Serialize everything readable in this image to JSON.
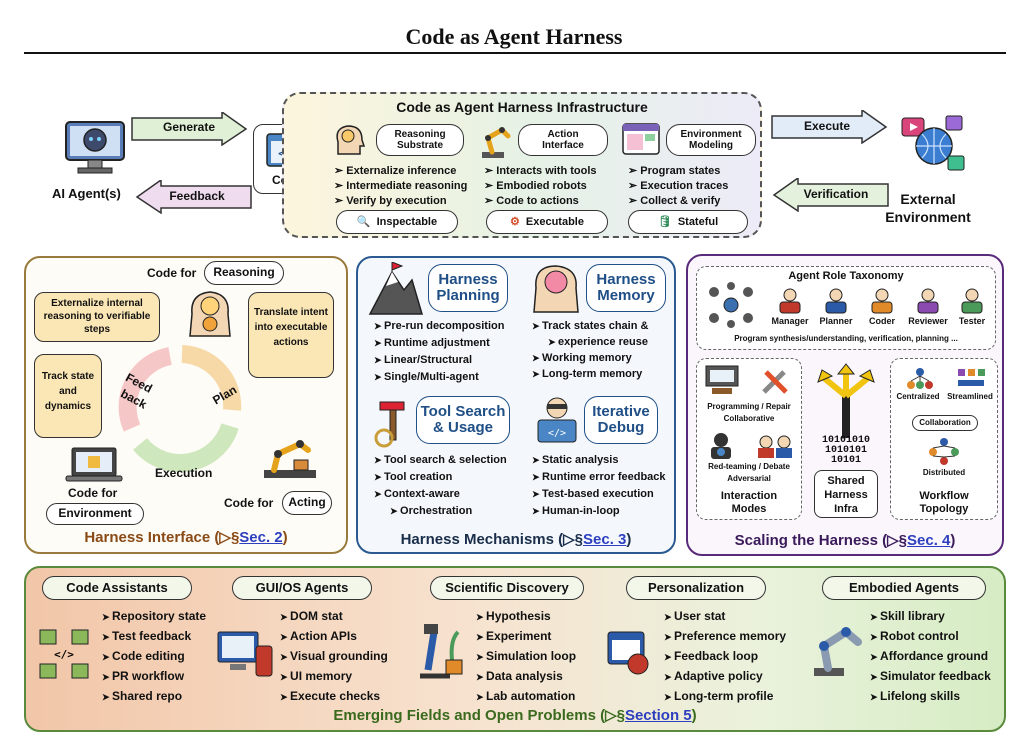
{
  "title": "Code as Agent Harness",
  "top": {
    "infra_title": "Code as Agent Harness Infrastructure",
    "agent_label": "AI Agent(s)",
    "generate": "Generate",
    "feedback": "Feedback",
    "code_label": "Code",
    "execute": "Execute",
    "verification": "Verification",
    "env_label_1": "External",
    "env_label_2": "Environment",
    "cols": [
      {
        "pill_1": "Reasoning",
        "pill_2": "Substrate",
        "items": [
          "Externalize inference",
          "Intermediate reasoning",
          "Verify by execution"
        ],
        "tag": "Inspectable"
      },
      {
        "pill_1": "Action",
        "pill_2": "Interface",
        "items": [
          "Interacts with tools",
          "Embodied robots",
          "Code to actions"
        ],
        "tag": "Executable"
      },
      {
        "pill_1": "Environment",
        "pill_2": "Modeling",
        "items": [
          "Program states",
          "Execution traces",
          "Collect & verify"
        ],
        "tag": "Stateful"
      }
    ]
  },
  "interface": {
    "code_for": "Code for",
    "reasoning": "Reasoning",
    "bubble_1": "Externalize internal reasoning to verifiable steps",
    "bubble_2": "Translate intent into executable actions",
    "bubble_3": "Track state and dynamics",
    "feed": "Feed",
    "back": "back",
    "plan": "Plan",
    "execution": "Execution",
    "code_for_env": "Code for",
    "environment": "Environment",
    "code_for_act": "Code for",
    "acting": "Acting",
    "footer_pre": "Harness Interface (▷§",
    "footer_link": "Sec. 2",
    "footer_post": ")"
  },
  "mechanisms": {
    "planning_1": "Harness",
    "planning_2": "Planning",
    "memory_1": "Harness",
    "memory_2": "Memory",
    "planning_items": [
      "Pre-run decomposition",
      "Runtime adjustment",
      "Linear/Structural",
      "Single/Multi-agent"
    ],
    "memory_items": [
      "Track states chain &",
      "experience reuse",
      "Working memory",
      "Long-term memory"
    ],
    "tool_1": "Tool Search",
    "tool_2": "& Usage",
    "debug_1": "Iterative",
    "debug_2": "Debug",
    "tool_items": [
      "Tool search & selection",
      "Tool creation",
      "Context-aware",
      "Orchestration"
    ],
    "debug_items": [
      "Static analysis",
      "Runtime error feedback",
      "Test-based execution",
      "Human-in-loop"
    ],
    "footer_pre": "Harness Mechanisms (▷§",
    "footer_link": "Sec. 3",
    "footer_post": ")"
  },
  "scaling": {
    "taxonomy_title": "Agent Role Taxonomy",
    "roles": [
      "Manager",
      "Planner",
      "Coder",
      "Reviewer",
      "Tester"
    ],
    "roles_caption": "Program synthesis/understanding, verification, planning ...",
    "prog_repair": "Programming / Repair",
    "collaborative": "Collaborative",
    "red_team": "Red-teaming / Debate",
    "adversarial": "Adversarial",
    "interaction_1": "Interaction",
    "interaction_2": "Modes",
    "binary_1": "10101010",
    "binary_2": "1010101",
    "binary_3": "10101",
    "shared_1": "Shared",
    "shared_2": "Harness",
    "shared_3": "Infra",
    "centralized": "Centralized",
    "streamlined": "Streamlined",
    "collaboration": "Collaboration",
    "distributed": "Distributed",
    "workflow_1": "Workflow",
    "workflow_2": "Topology",
    "footer_pre": "Scaling the Harness (▷§",
    "footer_link": "Sec. 4",
    "footer_post": ")"
  },
  "fields": [
    {
      "name": "Code Assistants",
      "items": [
        "Repository state",
        "Test feedback",
        "Code editing",
        "PR workflow",
        "Shared repo"
      ]
    },
    {
      "name": "GUI/OS Agents",
      "items": [
        "DOM stat",
        "Action APIs",
        "Visual grounding",
        "UI memory",
        "Execute checks"
      ]
    },
    {
      "name": "Scientific Discovery",
      "items": [
        "Hypothesis",
        "Experiment",
        "Simulation loop",
        "Data analysis",
        "Lab automation"
      ]
    },
    {
      "name": "Personalization",
      "items": [
        "User stat",
        "Preference memory",
        "Feedback loop",
        "Adaptive policy",
        "Long-term profile"
      ]
    },
    {
      "name": "Embodied Agents",
      "items": [
        "Skill library",
        "Robot control",
        "Affordance ground",
        "Simulator feedback",
        "Lifelong skills"
      ]
    }
  ],
  "bottom_footer_pre": "Emerging Fields and Open Problems (▷§",
  "bottom_footer_link": "Section 5",
  "bottom_footer_post": ")"
}
